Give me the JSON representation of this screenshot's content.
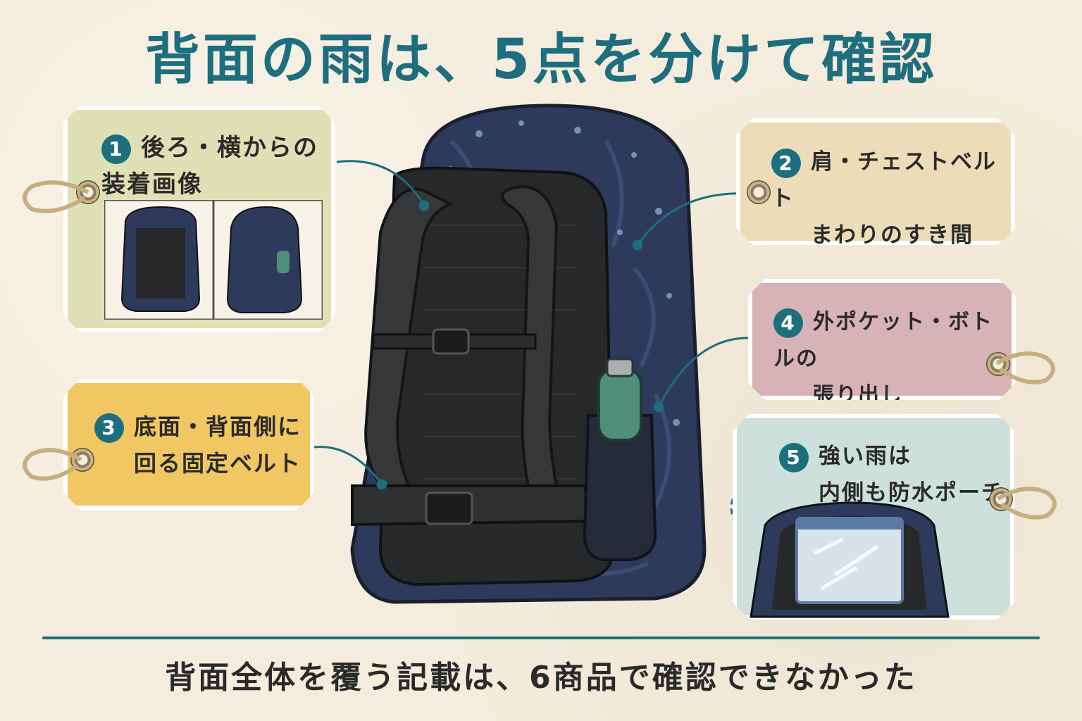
{
  "title": "背面の雨は、5点を分けて確認",
  "footer": "背面全体を覆う記載は、6商品で確認できなかった",
  "tags": [
    {
      "number": "1",
      "line1": "後ろ・横からの",
      "line2": "装着画像",
      "color": "#dfe0b6"
    },
    {
      "number": "2",
      "line1": "肩・チェストベルト",
      "line2": "まわりのすき間",
      "color": "#ecdcb8"
    },
    {
      "number": "3",
      "line1": "底面・背面側に",
      "line2": "回る固定ベルト",
      "color": "#f0c763"
    },
    {
      "number": "4",
      "line1": "外ポケット・ボトルの",
      "line2": "張り出し",
      "color": "#d7b2b6"
    },
    {
      "number": "5",
      "line1": "強い雨は",
      "line2": "内側も防水ポーチ",
      "color": "#cde0dc"
    }
  ],
  "colors": {
    "accent": "#1d6e7e",
    "cover": "#2d3a5c",
    "strap": "#2f3133",
    "bottle": "#4f8e78"
  }
}
